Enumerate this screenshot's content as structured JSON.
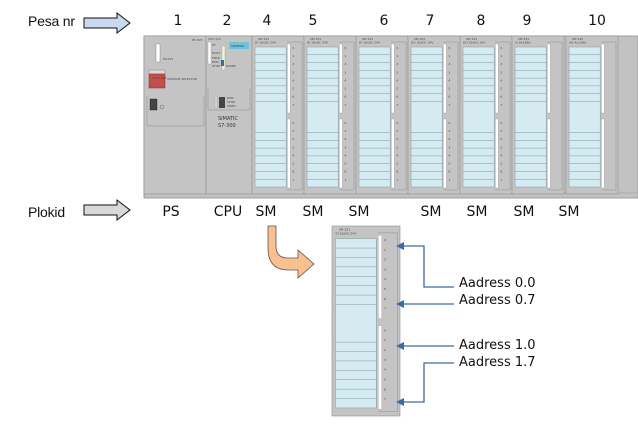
{
  "diagram": {
    "row_labels": {
      "slot_row": "Pesa nr",
      "module_row": "Plokid"
    },
    "slot_numbers": [
      "1",
      "2",
      "4",
      "5",
      "6",
      "7",
      "8",
      "9",
      "10"
    ],
    "module_types": [
      "PS",
      "CPU",
      "SM",
      "SM",
      "SM",
      "SM",
      "SM",
      "SM",
      "SM"
    ],
    "rack_modules": {
      "ps": {
        "model": "PS 307",
        "indicator": "DC24V",
        "switch_label": "230 / 120",
        "voltage_label": "VOLTAGE SELECTOR"
      },
      "cpu": {
        "model": "CPU 314",
        "brand": "SIEMENS",
        "leds": [
          "SF",
          "DC5V",
          "FRCE",
          "RUN",
          "STOP"
        ],
        "battery_label": "DUMM",
        "modes": [
          "RUN",
          "STOP",
          "MRES"
        ],
        "product_line": "SIMATIC",
        "product_series": "S7-300"
      },
      "sm_modules": [
        {
          "model": "SM 321",
          "spec": "DI 16xDC 24V"
        },
        {
          "model": "SM 321",
          "spec": "DI 16xDC 24V"
        },
        {
          "model": "SM 321",
          "spec": "DI 16xDC 24V"
        },
        {
          "model": "SM 322",
          "spec": "DO 16xDC 24V"
        },
        {
          "model": "SM 322",
          "spec": "DO 16xDC 24V"
        },
        {
          "model": "SM 331",
          "spec": "AI 8x12Bit"
        },
        {
          "model": "SM 332",
          "spec": "AO 4x12Bit"
        }
      ]
    },
    "detail_module": {
      "model": "SM 321",
      "spec": "DI 16xDC 24V",
      "channel_digits": [
        "0",
        "1",
        "2",
        "3",
        "4",
        "5",
        "6",
        "7"
      ]
    },
    "addresses": [
      "Aadress 0.0",
      "Aadress 0.7",
      "Aadress 1.0",
      "Aadress 1.7"
    ],
    "colors": {
      "slot_arrow_fill": "#c9d9ef",
      "module_arrow_fill": "#d9d9d9",
      "curved_arrow_fill": "#f9bf8f",
      "address_arrow": "#3d6aa5",
      "module_gray": "#c2c2c2",
      "label_strip": "#d4ebf2",
      "ps_red": "#c0504d",
      "siemens_badge": "#6fc3d8"
    }
  }
}
